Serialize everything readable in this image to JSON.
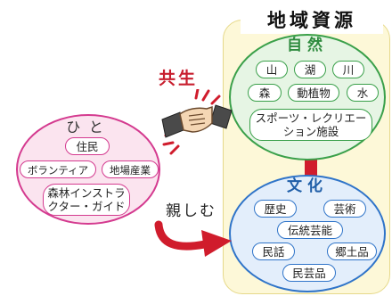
{
  "resources": {
    "title": "地域資源",
    "nature": {
      "title": "自然",
      "items": [
        "山",
        "湖",
        "川",
        "森",
        "動植物",
        "水",
        "スポーツ・レクリエーション施設"
      ]
    },
    "culture": {
      "title": "文化",
      "items": [
        "歴史",
        "芸術",
        "伝統芸能",
        "民話",
        "郷土品",
        "民芸品"
      ]
    }
  },
  "people": {
    "title": "ひと",
    "items": [
      "住民",
      "ボランティア",
      "地場産業",
      "森林インストラクター・ガイド"
    ]
  },
  "labels": {
    "coexist": "共生",
    "familiarize": "親しむ"
  },
  "colors": {
    "resource_bg": "#fdf8d8",
    "resource_border": "#e6d98a",
    "nature_bg": "#e6f5e4",
    "nature_border": "#3aa04a",
    "people_bg": "#fbe4ef",
    "people_border": "#d43a8f",
    "culture_bg": "#e3eefb",
    "culture_border": "#2f74c9",
    "arrow": "#d01c2c",
    "label_red": "#c81e2e",
    "connector": "#d01c2c"
  }
}
